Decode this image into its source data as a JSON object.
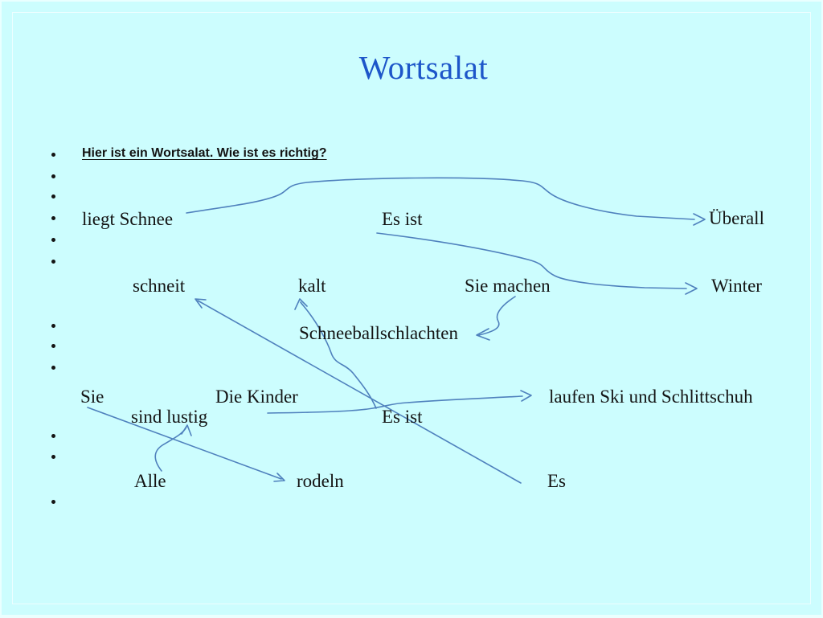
{
  "slide": {
    "title": "Wortsalat",
    "prompt": "Hier ist ein Wortsalat. Wie ist es richtig?",
    "words": {
      "liegt_schnee": "liegt Schnee",
      "es_ist_1": "Es ist",
      "ueberall": "Überall",
      "schneit": "schneit",
      "kalt": "kalt",
      "sie_machen": "Sie machen",
      "winter": "Winter",
      "schneeballschlachten": "Schneeballschlachten",
      "sie": "Sie",
      "die_kinder": "Die Kinder",
      "laufen_ski": "laufen Ski und Schlittschuh",
      "sind_lustig": "sind lustig",
      "es_ist_2": "Es ist",
      "alle": "Alle",
      "rodeln": "rodeln",
      "es": "Es"
    },
    "arrows": [
      {
        "from": "liegt_schnee",
        "to": "ueberall"
      },
      {
        "from": "es_ist_1",
        "to": "winter"
      },
      {
        "from": "sie_machen",
        "to": "schneeballschlachten"
      },
      {
        "from": "es",
        "to": "schneit"
      },
      {
        "from": "es_ist_2",
        "to": "kalt"
      },
      {
        "from": "die_kinder",
        "to": "laufen_ski"
      },
      {
        "from": "sie",
        "to": "rodeln"
      },
      {
        "from": "alle",
        "to": "sind_lustig"
      }
    ],
    "colors": {
      "background": "#ccfdfe",
      "frame": "#eaffff",
      "title": "#1d56c9",
      "text": "#141414",
      "arrow": "#4f81bd"
    }
  }
}
